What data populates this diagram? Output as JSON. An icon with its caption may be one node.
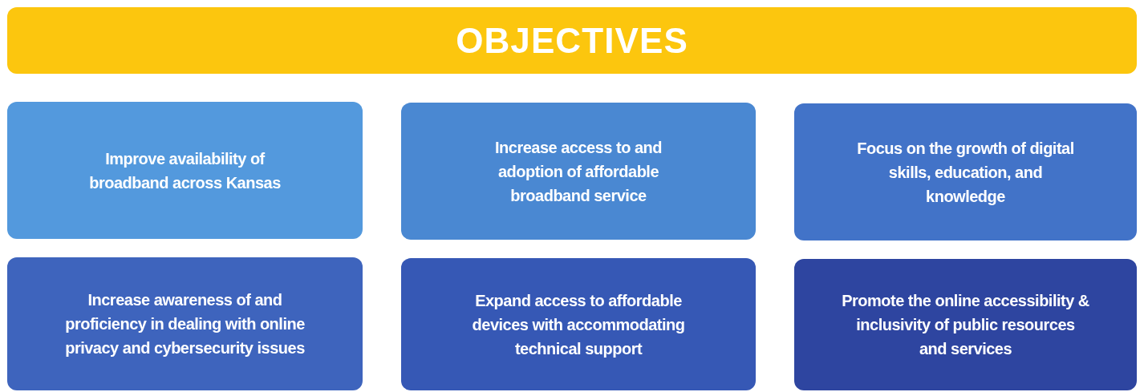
{
  "diagram": {
    "title": "OBJECTIVES",
    "nodes": [
      {
        "text": [
          "Improve availability of broadband across Kansas"
        ]
      },
      {
        "text": [
          "Increase access to and adoption of affordable broadband service"
        ]
      },
      {
        "text": [
          "Focus on the growth of digital skills, education, and knowledge"
        ]
      },
      {
        "text": [
          "Increase awareness of and proficiency in dealing with online privacy and cybersecurity issues"
        ]
      },
      {
        "text": [
          "Expand access to affordable devices with accommodating technical support"
        ]
      },
      {
        "text": [
          "Promote the online accessibility & inclusivity of public resources and services"
        ]
      }
    ]
  }
}
